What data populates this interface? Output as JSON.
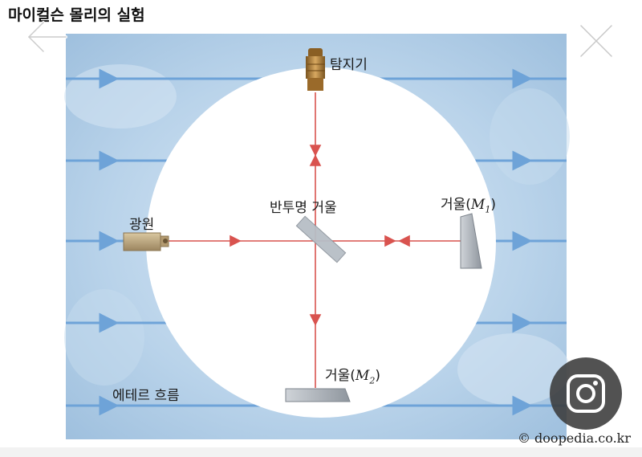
{
  "title": "마이컬슨 몰리의 실험",
  "labels": {
    "detector": "탐지기",
    "beam_splitter": "반투명 거울",
    "light_source": "광원",
    "mirror_m1_prefix": "거울(",
    "mirror_m1_var": "M",
    "mirror_m1_sub": "1",
    "mirror_m1_suffix": ")",
    "mirror_m2_prefix": "거울(",
    "mirror_m2_var": "M",
    "mirror_m2_sub": "2",
    "mirror_m2_suffix": ")",
    "ether_flow": "에테르 흐름"
  },
  "credit": "© doopedia.co.kr",
  "icons": {
    "back": "back-arrow-icon",
    "close": "close-icon",
    "lens": "camera-lens-icon"
  },
  "colors": {
    "beam": "#d9534f",
    "ether_arrow": "#7aaee0",
    "background_blue": "#a9c8e4"
  }
}
